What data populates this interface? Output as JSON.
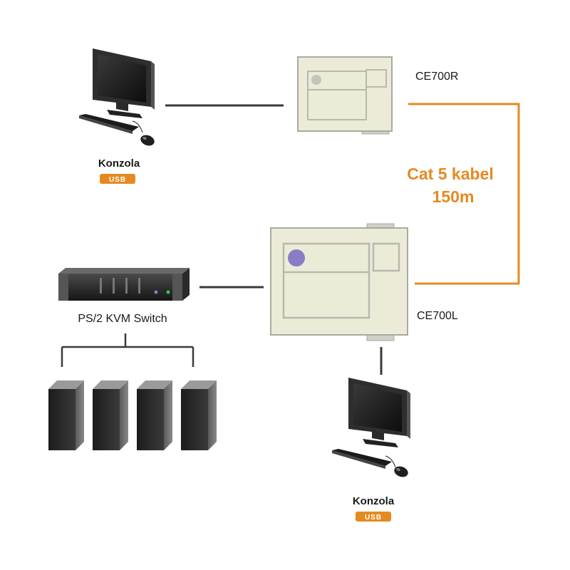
{
  "devices": {
    "remote_unit": {
      "label": "CE700R"
    },
    "local_unit": {
      "label": "CE700L"
    },
    "kvm_switch": {
      "label": "PS/2 KVM Switch"
    }
  },
  "consoles": {
    "top": {
      "label": "Konzola",
      "badge": "USB"
    },
    "bottom": {
      "label": "Konzola",
      "badge": "USB"
    }
  },
  "cable": {
    "type_label": "Cat 5 kabel",
    "length_label": "150m"
  },
  "colors": {
    "cable_accent": "#e58a22",
    "usb_badge": "#e58a22",
    "extender_body": "#ecebd8",
    "extender_border": "#a9aaa0",
    "port_highlight": "#8b7cc7",
    "connector_line": "#3a3a3a",
    "tower": "#2a2a2a"
  }
}
